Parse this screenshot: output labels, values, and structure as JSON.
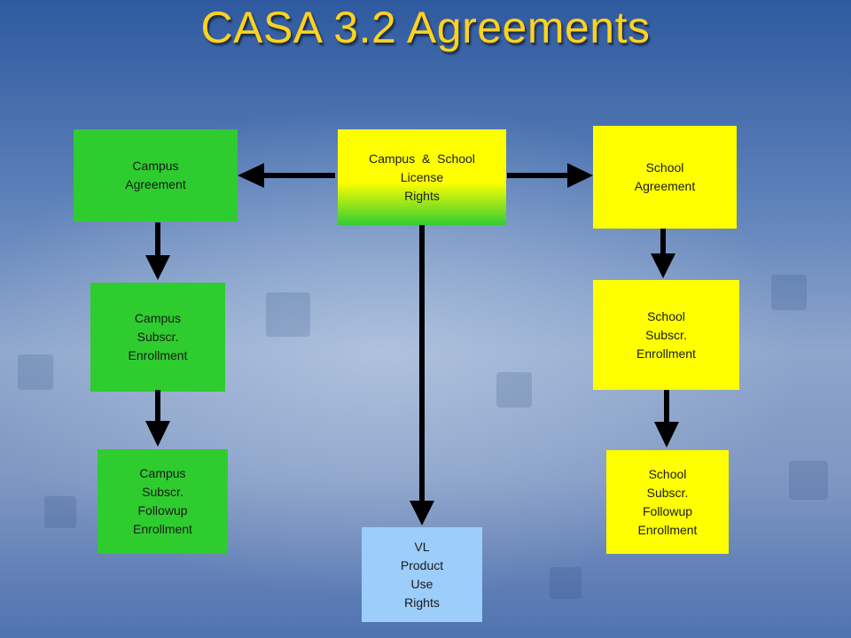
{
  "title": "CASA 3.2 Agreements",
  "nodes": {
    "center": {
      "lines": [
        "Campus  &  School",
        "License",
        "Rights"
      ]
    },
    "campus_agreement": {
      "lines": [
        "Campus",
        "Agreement"
      ]
    },
    "school_agreement": {
      "lines": [
        "School",
        "Agreement"
      ]
    },
    "campus_enrollment": {
      "lines": [
        "Campus",
        "Subscr.",
        "Enrollment"
      ]
    },
    "school_enrollment": {
      "lines": [
        "School",
        "Subscr.",
        "Enrollment"
      ]
    },
    "campus_followup": {
      "lines": [
        "Campus",
        "Subscr.",
        "Followup",
        "Enrollment"
      ]
    },
    "school_followup": {
      "lines": [
        "School",
        "Subscr.",
        "Followup",
        "Enrollment"
      ]
    },
    "vl_product": {
      "lines": [
        "VL",
        "Product",
        "Use",
        "Rights"
      ]
    }
  },
  "edges": [
    {
      "from": "center",
      "to": "campus_agreement"
    },
    {
      "from": "center",
      "to": "school_agreement"
    },
    {
      "from": "center",
      "to": "vl_product"
    },
    {
      "from": "campus_agreement",
      "to": "campus_enrollment"
    },
    {
      "from": "campus_enrollment",
      "to": "campus_followup"
    },
    {
      "from": "school_agreement",
      "to": "school_enrollment"
    },
    {
      "from": "school_enrollment",
      "to": "school_followup"
    }
  ],
  "colors": {
    "title": "#ffd21f",
    "campus": "#2fcc2f",
    "school": "#ffff00",
    "vl": "#9ccdfb",
    "arrow": "#000000"
  }
}
